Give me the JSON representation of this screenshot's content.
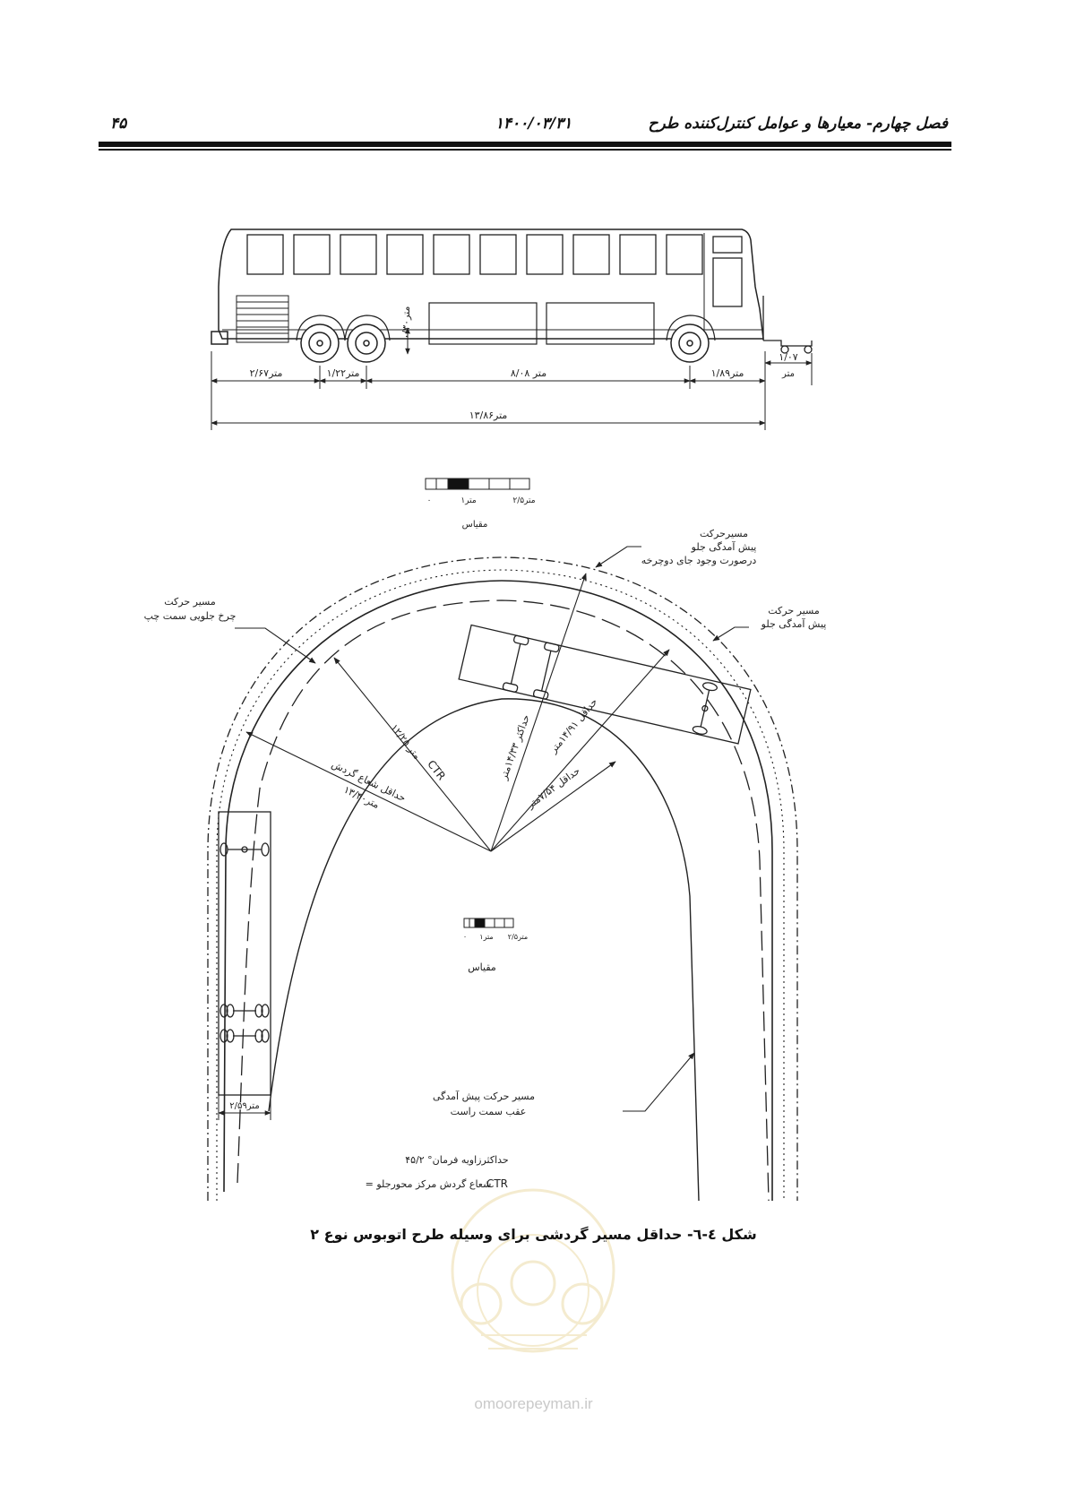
{
  "header": {
    "chapter_title": "فصل چهارم- معیارها و عوامل کنترل‌کننده طرح",
    "date": "۱۴۰۰/۰۳/۳۱",
    "page_number": "۴۵"
  },
  "bus_profile": {
    "dim_rear_overhang": "۲/۶۷متر",
    "dim_axle_spacing": "۱/۲۲متر",
    "dim_wheelbase": "۸/۰۸ متر",
    "dim_front_overhang": "۱/۸۹متر",
    "dim_hitch": "۱/۰۷",
    "dim_hitch_unit": "متر",
    "dim_total_length": "۱۳/۸۶متر",
    "dim_ground_clearance": "۰/۳۰متر"
  },
  "scale_bar": {
    "zero": "۰",
    "one_meter": "۱متر",
    "two_half": "۲/۵متر",
    "label": "مقیاس"
  },
  "turning_diagram": {
    "label_front_overhang_bike_l1": "مسیرحرکت",
    "label_front_overhang_bike_l2": "پیش آمدگی جلو",
    "label_front_overhang_bike_l3": "درصورت وجود جای دوچرخه",
    "label_front_overhang_l1": "مسیر حرکت",
    "label_front_overhang_l2": "پیش آمدگی جلو",
    "label_left_front_wheel_l1": "مسیر حرکت",
    "label_left_front_wheel_l2": "چرخ جلویی سمت چپ",
    "label_rear_overhang_l1": "مسیر حرکت پیش آمدگی",
    "label_rear_overhang_l2": "عقب سمت راست",
    "radius_ctr": "۱۲/۲۵ متر",
    "ctr_tag": "CTR",
    "radius_max": "حداکثر ۱۴/۳۳متر",
    "radius_min_outer": "حداقل ۱۴/۹۱متر",
    "radius_min_inner": "حداقل ۷/۵۴متر",
    "radius_min_turn_l1": "حداقل شعاع گردش",
    "radius_min_turn_l2": "۱۳/۴۰متر",
    "bus_width": "۲/۵۹متر",
    "note_max_steering": "حداکثرزاویه فرمان° ۴۵/۲",
    "note_ctr_tag": "CTR",
    "note_ctr_def": "= شعاع گردش مرکز محورجلو"
  },
  "caption": "شکل ٤-٦- حداقل مسیر گردشی برای وسیله طرح اتوبوس نوع ۲",
  "footer_watermark": "omoorepeyman.ir"
}
